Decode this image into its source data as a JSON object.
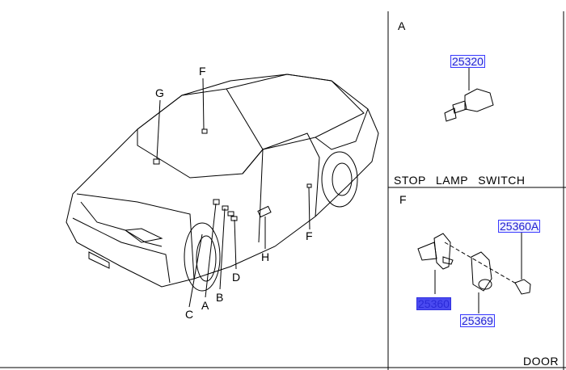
{
  "main_view": {
    "callouts": [
      {
        "letter": "G"
      },
      {
        "letter": "F"
      },
      {
        "letter": "F"
      },
      {
        "letter": "H"
      },
      {
        "letter": "D"
      },
      {
        "letter": "B"
      },
      {
        "letter": "A"
      },
      {
        "letter": "C"
      }
    ]
  },
  "panel_a": {
    "letter": "A",
    "caption": "STOP LAMP SWITCH",
    "parts": [
      {
        "number": "25320"
      }
    ]
  },
  "panel_f": {
    "letter": "F",
    "caption": "DOOR",
    "parts": [
      {
        "number": "25360A"
      },
      {
        "number": "25360",
        "selected": true
      },
      {
        "number": "25369"
      }
    ]
  },
  "colors": {
    "link": "#2020d0",
    "selected": "#4a4af0"
  }
}
